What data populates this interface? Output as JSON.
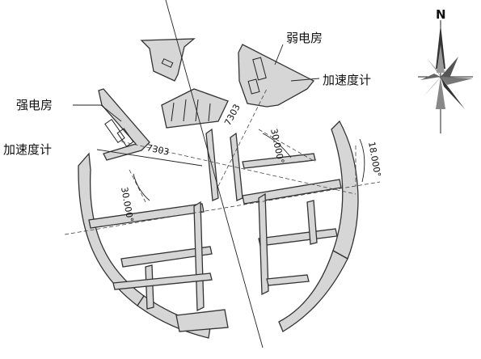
{
  "labels": {
    "weak_room": "弱电房",
    "strong_room": "强电房",
    "accel_right": "加速度计",
    "accel_left": "加速度计"
  },
  "dimensions": {
    "d1": "7303",
    "d2": "7303",
    "a1": "30.000°",
    "a2": "30.000°",
    "a3": "18.000°"
  },
  "north": "N"
}
